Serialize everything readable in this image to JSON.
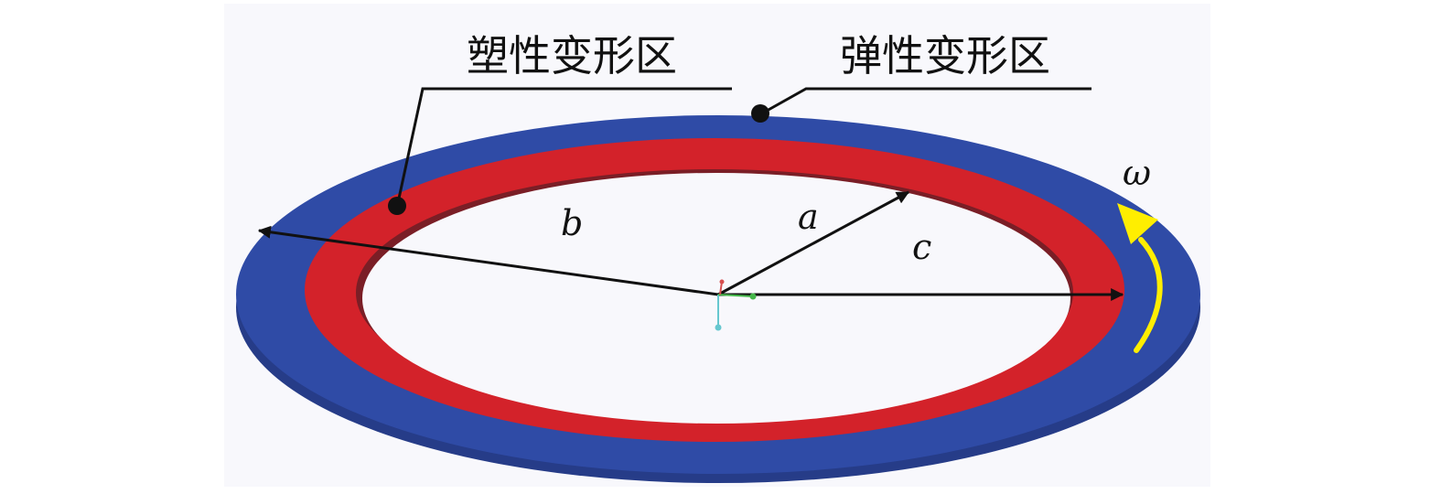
{
  "labels": {
    "plastic_zone": "塑性变形区",
    "elastic_zone": "弹性变形区",
    "omega": "ω",
    "a": "a",
    "b": "b",
    "c": "c"
  },
  "colors": {
    "background": "#f8f8fc",
    "elastic_ring": "#2f4ba6",
    "elastic_edge": "#273f8c",
    "plastic_ring": "#d3222a",
    "plastic_inner_shadow": "#7a1e26",
    "rotation_arrow": "#ffee00",
    "ink": "#111111"
  }
}
